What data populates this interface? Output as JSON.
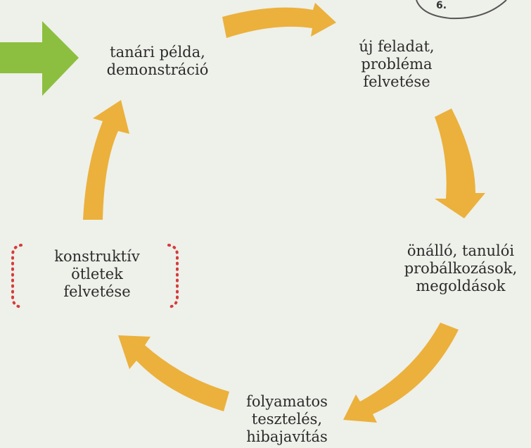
{
  "colors": {
    "background": "#eef0ea",
    "cycle_arrow": "#ebb13c",
    "entry_arrow": "#8cbf3f",
    "bracket": "#d63b3b",
    "text": "#2b2b2b"
  },
  "badge": {
    "text": "6."
  },
  "nodes": {
    "teacher_example": {
      "line1": "tanári példa,",
      "line2": "demonstráció"
    },
    "new_task": {
      "line1": "új feladat,",
      "line2": "probléma",
      "line3": "felvetése"
    },
    "student_attempts": {
      "line1": "önálló, tanulói",
      "line2": "probálkozások,",
      "line3": "megoldások"
    },
    "testing": {
      "line1": "folyamatos",
      "line2": "tesztelés,",
      "line3": "hibajavítás"
    },
    "constructive_ideas": {
      "line1": "konstruktív",
      "line2": "ötletek",
      "line3": "felvetése"
    }
  }
}
